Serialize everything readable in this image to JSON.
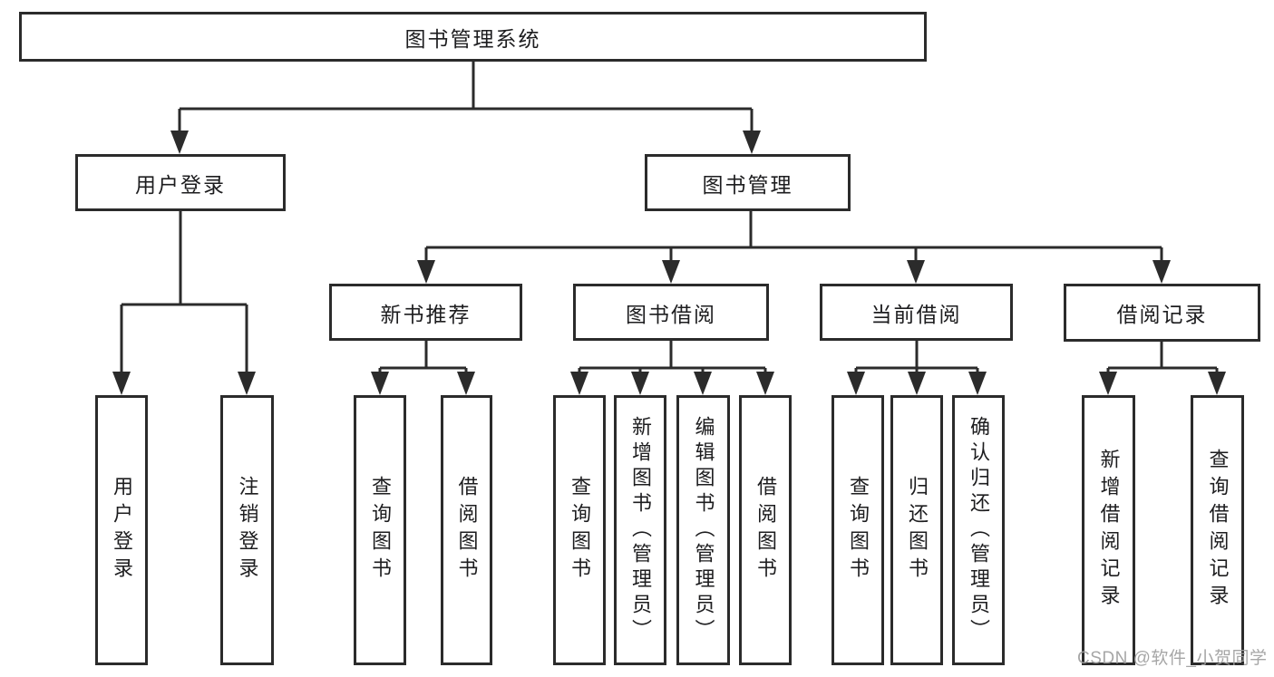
{
  "diagram_type": "functional-structure-tree",
  "nodes": {
    "root": "图书管理系统",
    "user_login": "用户登录",
    "book_management": "图书管理",
    "new_book_recommend": "新书推荐",
    "book_borrow": "图书借阅",
    "current_borrow": "当前借阅",
    "borrow_records": "借阅记录",
    "leaf_user_login": "用户登录",
    "leaf_logout_login": "注销登录",
    "leaf_nbr_query_book": "查询图书",
    "leaf_nbr_borrow_book": "借阅图书",
    "leaf_bb_query_book": "查询图书",
    "leaf_bb_add_book_admin": "新增图书（管理员）",
    "leaf_bb_edit_book_admin": "编辑图书（管理员）",
    "leaf_bb_borrow_book": "借阅图书",
    "leaf_cb_query_book": "查询图书",
    "leaf_cb_return_book": "归还图书",
    "leaf_cb_confirm_return_admin": "确认归还（管理员）",
    "leaf_br_add_record": "新增借阅记录",
    "leaf_br_query_record": "查询借阅记录"
  },
  "hierarchy": {
    "label": "图书管理系统",
    "children": [
      {
        "label": "用户登录",
        "children": [
          "用户登录",
          "注销登录"
        ]
      },
      {
        "label": "图书管理",
        "children": [
          {
            "label": "新书推荐",
            "children": [
              "查询图书",
              "借阅图书"
            ]
          },
          {
            "label": "图书借阅",
            "children": [
              "查询图书",
              "新增图书（管理员）",
              "编辑图书（管理员）",
              "借阅图书"
            ]
          },
          {
            "label": "当前借阅",
            "children": [
              "查询图书",
              "归还图书",
              "确认归还（管理员）"
            ]
          },
          {
            "label": "借阅记录",
            "children": [
              "新增借阅记录",
              "查询借阅记录"
            ]
          }
        ]
      }
    ]
  },
  "watermark": "CSDN @软件_小贺同学",
  "colors": {
    "line": "#2b2b2b",
    "box_border": "#2b2b2b",
    "box_fill": "#ffffff",
    "text": "#1d1d1f",
    "watermark": "#9e9e9e",
    "background": "#ffffff"
  }
}
